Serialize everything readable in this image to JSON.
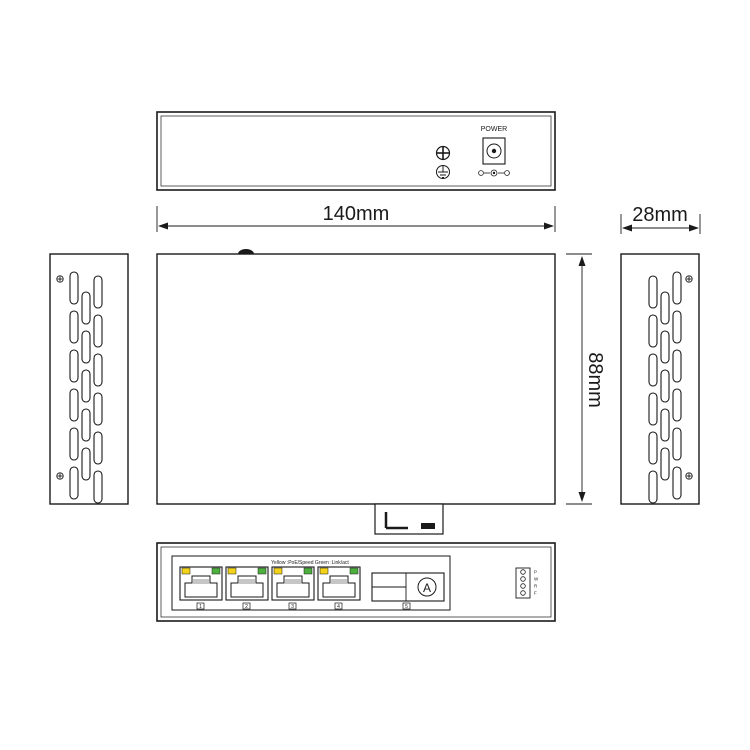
{
  "rear_panel": {
    "power_label": "POWER",
    "ground_icon": "ground-symbol-icon",
    "dc_jack_icon": "dc-jack-icon",
    "polarity_icon": "dc-polarity-icon"
  },
  "dimensions": {
    "width": "140mm",
    "depth": "88mm",
    "height": "28mm"
  },
  "front_panel": {
    "led_legend": "Yellow :PoE/Speed  Green :Link/act",
    "ports": [
      {
        "label": "1"
      },
      {
        "label": "2"
      },
      {
        "label": "3"
      },
      {
        "label": "4"
      },
      {
        "label": "5"
      }
    ],
    "port5_marker": "A",
    "indicator_labels": [
      "P",
      "W",
      "R",
      "F"
    ]
  },
  "colors": {
    "line": "#1a1a1a",
    "led_yellow": "#f2d21b",
    "led_green": "#4caf3e"
  }
}
